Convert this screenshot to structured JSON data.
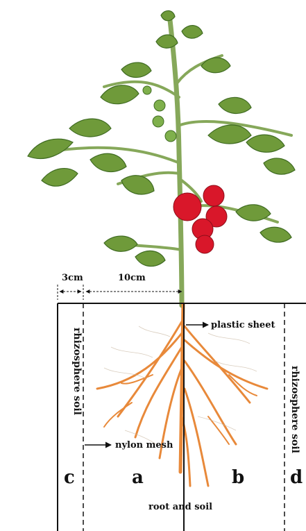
{
  "colors": {
    "leaf": "#6f9a3a",
    "leaf_dark": "#3f6b22",
    "stem": "#86a85a",
    "fruit": "#d9172a",
    "unripe": "#7fb04c",
    "root": "#e8893a",
    "line": "#111111"
  },
  "dimensions": {
    "margin_label": "3cm",
    "inner_label": "10cm"
  },
  "callouts": {
    "plastic_sheet": "plastic sheet",
    "nylon_mesh": "nylon mesh",
    "root_and_soil": "root and soil"
  },
  "zones": {
    "left_rhizosphere": "rhizosphere soil",
    "right_rhizosphere": "rhizosphere soil",
    "c": "c",
    "a": "a",
    "b": "b",
    "d": "d"
  }
}
